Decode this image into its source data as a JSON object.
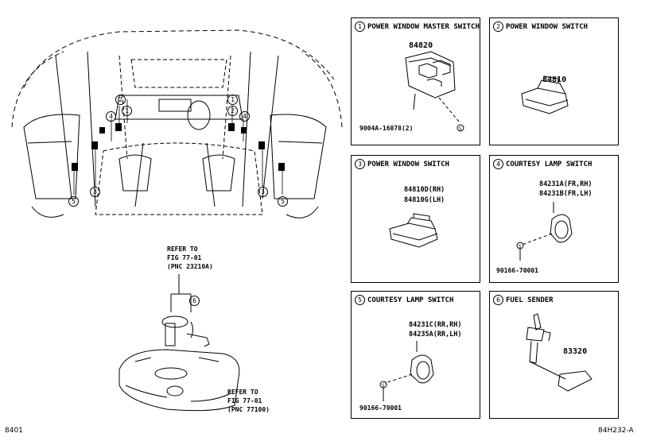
{
  "panels": [
    {
      "num": "1",
      "title": "POWER WINDOW MASTER SWITCH",
      "parts": [
        "84820"
      ],
      "hardware": "9004A-16078(2)"
    },
    {
      "num": "2",
      "title": "POWER WINDOW SWITCH",
      "parts": [
        "84810"
      ]
    },
    {
      "num": "3",
      "title": "POWER WINDOW SWITCH",
      "parts": [
        "84810D(RH)",
        "84810G(LH)"
      ]
    },
    {
      "num": "4",
      "title": "COURTESY LAMP SWITCH",
      "parts": [
        "84231A(FR,RH)",
        "84231B(FR,LH)"
      ],
      "hardware": "90166-70001"
    },
    {
      "num": "5",
      "title": "COURTESY LAMP SWITCH",
      "parts": [
        "84231C(RR,RH)",
        "84235A(RR,LH)"
      ],
      "hardware": "90166-70001"
    },
    {
      "num": "6",
      "title": "FUEL SENDER",
      "parts": [
        "83320"
      ]
    }
  ],
  "refer_upper": [
    "REFER TO",
    "FIG 77-01",
    "(PNC 23210A)"
  ],
  "refer_lower": [
    "REFER TO",
    "FIG 77-01",
    "(PNC 77100)"
  ],
  "callouts": {
    "c1": "1",
    "c2": "2",
    "c3": "3",
    "c4": "4",
    "c5": "5",
    "c6": "6"
  },
  "footer": {
    "left": "8401",
    "right": "84H232-A"
  }
}
